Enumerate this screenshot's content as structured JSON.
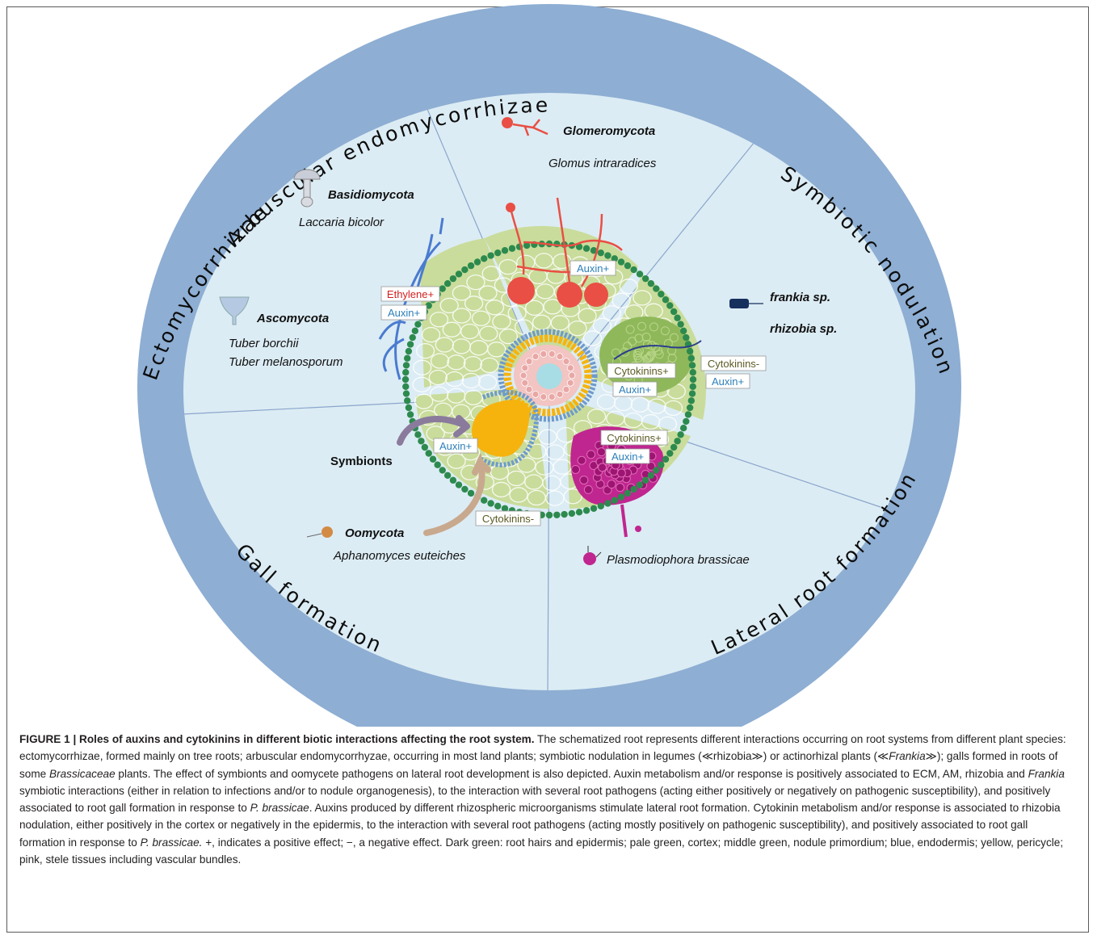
{
  "figure": {
    "ring_labels": {
      "arbuscular": "Arbuscular endomycorrhizae",
      "ecto": "Ectomycorrhizae",
      "symbiotic": "Symbiotic nodulation",
      "lateral": "Lateral root formation",
      "gall": "Gall formation"
    },
    "organisms": {
      "glomeromycota": "Glomeromycota",
      "glomus": "Glomus intraradices",
      "basidiomycota": "Basidiomycota",
      "laccaria": "Laccaria bicolor",
      "ascomycota": "Ascomycota",
      "tuber1": "Tuber borchii",
      "tuber2": "Tuber melanosporum",
      "frankia": "frankia sp.",
      "rhizobia": "rhizobia sp.",
      "symbionts": "Symbionts",
      "oomycota": "Oomycota",
      "aphanomyces": "Aphanomyces euteiches",
      "plasmodiophora": "Plasmodiophora brassicae"
    },
    "hormone_tags": {
      "ethylene": "Ethylene+",
      "auxin_ecto": "Auxin+",
      "auxin_am": "Auxin+",
      "cyto_neg_nod": "Cytokinins-",
      "auxin_nod_out": "Auxin+",
      "cyto_pos_nod": "Cytokinins+",
      "auxin_nod_in": "Auxin+",
      "auxin_lateral": "Auxin+",
      "cyto_pos_gall": "Cytokinins+",
      "auxin_gall": "Auxin+",
      "cyto_neg_lat": "Cytokinins-"
    },
    "colors": {
      "ring": "#8eaed3",
      "field": "#dcecf4",
      "epidermis": "#2d8a4e",
      "cortex": "#c9dc9b",
      "nodule": "#8fb85a",
      "endodermis": "#6d9acb",
      "pericycle": "#f6b30e",
      "stele": "#f2c4c2",
      "am_fungus": "#e94f44",
      "ecm_fungus": "#4a7bd0",
      "gall": "#c0268f",
      "text_red": "#d21f1f",
      "text_blue": "#2c7fb8",
      "text_olive": "#5c5a24"
    }
  },
  "caption": {
    "label": "FIGURE 1 | Roles of auxins and cytokinins in different biotic interactions affecting the root system.",
    "s1": " The schematized root represents different interactions occurring on root systems from different plant species: ectomycorrhizae, formed mainly on tree roots; arbuscular endomycorrhyzae, occurring in most land plants; symbiotic nodulation in legumes (≪rhizobia≫) or actinorhizal plants (≪",
    "frankia1": "Frankia",
    "s2": "≫); galls formed in roots of some ",
    "brassicaceae": "Brassicaceae",
    "s3": " plants. The effect of symbionts and oomycete pathogens on lateral root development is also depicted. Auxin metabolism and/or response is positively associated to ECM, AM, rhizobia and ",
    "frankia2": "Frankia",
    "s4": " symbiotic interactions (either in relation to infections and/or to nodule organogenesis), to the interaction with several root pathogens (acting either positively or negatively on pathogenic susceptibility), and positively associated to root gall formation in response to ",
    "pb1": "P. brassicae",
    "s5": ". Auxins produced by different rhizospheric microorganisms stimulate lateral root formation. Cytokinin metabolism and/or response is associated to rhizobia nodulation, either positively in the cortex or negatively in the epidermis, to the interaction with several root pathogens (acting mostly positively on pathogenic susceptibility), and positively associated to root gall formation in response to ",
    "pb2": "P. brassicae.",
    "s6": " +, indicates a positive effect; −, a negative effect. Dark green: root hairs and epidermis; pale green, cortex; middle green, nodule primordium; blue, endodermis; yellow, pericycle; pink, stele tissues including vascular bundles."
  }
}
